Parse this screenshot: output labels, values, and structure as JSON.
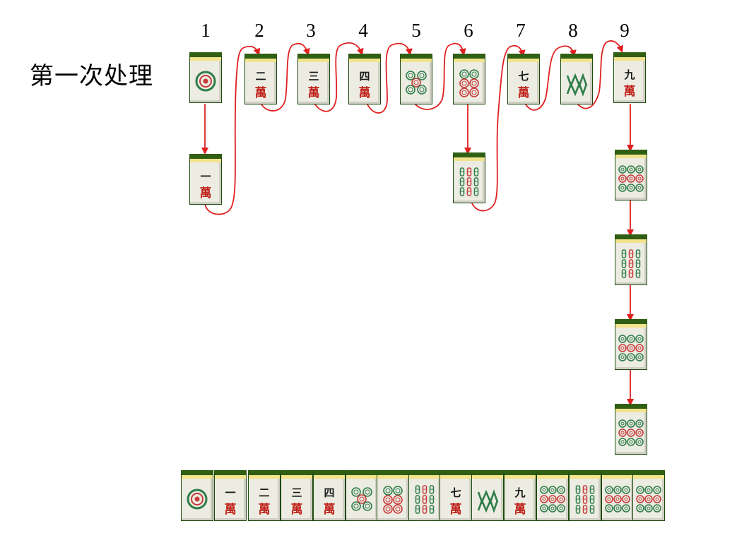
{
  "title": "第一次处理",
  "column_numbers": [
    "1",
    "2",
    "3",
    "4",
    "5",
    "6",
    "7",
    "8",
    "9"
  ],
  "wan_char": "萬",
  "tiles": {
    "c1_top": {
      "kind": "circle",
      "n": 1
    },
    "c1_bottom": {
      "kind": "wan",
      "numeral": "一"
    },
    "c2": {
      "kind": "wan",
      "numeral": "二"
    },
    "c3": {
      "kind": "wan",
      "numeral": "三"
    },
    "c4": {
      "kind": "wan",
      "numeral": "四"
    },
    "c5": {
      "kind": "circle",
      "n": 5
    },
    "c6_top": {
      "kind": "circle",
      "n": 6
    },
    "c6_bottom": {
      "kind": "bamboo",
      "n": 9
    },
    "c7": {
      "kind": "wan",
      "numeral": "七"
    },
    "c8": {
      "kind": "bamboo",
      "n": 8
    },
    "c9_top": {
      "kind": "wan",
      "numeral": "九"
    },
    "c9_2": {
      "kind": "circle",
      "n": 9
    },
    "c9_3": {
      "kind": "bamboo",
      "n": 9
    },
    "c9_4": {
      "kind": "circle",
      "n": 9
    },
    "c9_5": {
      "kind": "circle",
      "n": 9
    }
  },
  "result_row": [
    {
      "kind": "circle",
      "n": 1
    },
    {
      "kind": "wan",
      "numeral": "一"
    },
    {
      "kind": "wan",
      "numeral": "二"
    },
    {
      "kind": "wan",
      "numeral": "三"
    },
    {
      "kind": "wan",
      "numeral": "四"
    },
    {
      "kind": "circle",
      "n": 5
    },
    {
      "kind": "circle",
      "n": 6
    },
    {
      "kind": "bamboo",
      "n": 9
    },
    {
      "kind": "wan",
      "numeral": "七"
    },
    {
      "kind": "bamboo",
      "n": 8
    },
    {
      "kind": "wan",
      "numeral": "九"
    },
    {
      "kind": "circle",
      "n": 9
    },
    {
      "kind": "bamboo",
      "n": 9
    },
    {
      "kind": "circle",
      "n": 9
    },
    {
      "kind": "circle",
      "n": 9
    }
  ],
  "colors": {
    "arrow": "#e02020",
    "tile_face": "#ecece2",
    "tile_back": "#305f14",
    "tile_rim": "#f1e48c",
    "wan_red": "#c0241c",
    "ink": "#1a1a1a",
    "pip_green": "#2f7d4a",
    "pip_red": "#c83a3a"
  }
}
